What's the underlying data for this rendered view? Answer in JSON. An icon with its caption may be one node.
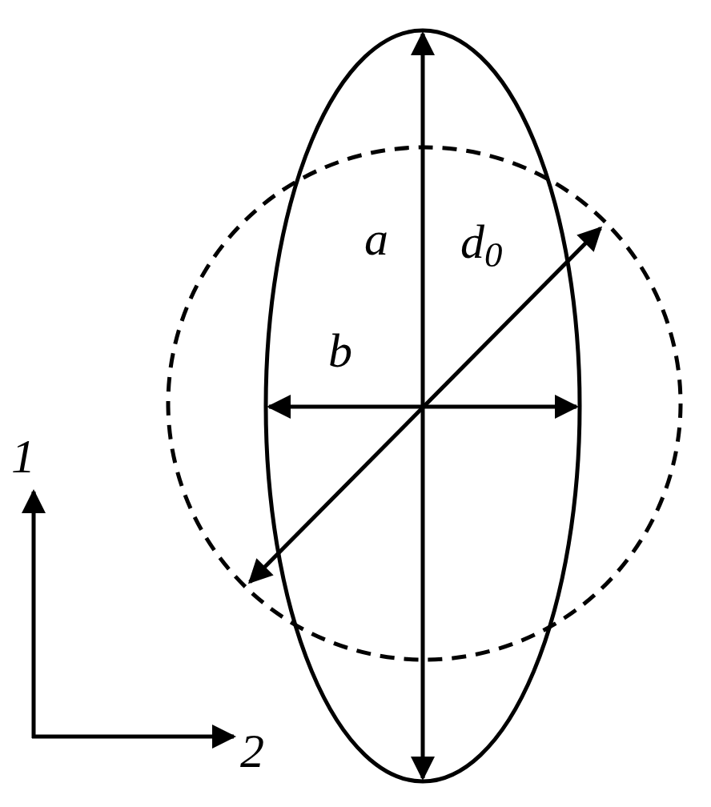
{
  "diagram": {
    "labels": [
      "a",
      "d$_{0}$",
      "b",
      "1",
      "2"
    ]
  }
}
